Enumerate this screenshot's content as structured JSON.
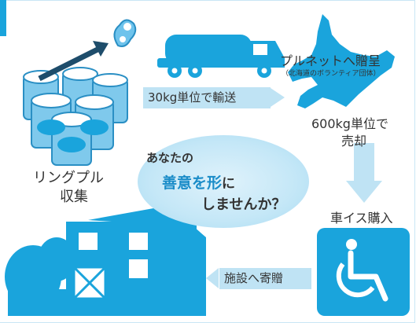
{
  "colors": {
    "accent": "#1aa4dc",
    "light": "#bfe3f4",
    "bubble": "#c4e7f7",
    "text": "#333333",
    "highlight": "#1a8cc8"
  },
  "labels": {
    "collect_line1": "リングプル",
    "collect_line2": "収集",
    "transport": "30kg単位で輸送",
    "donate_title": "プルネットへ贈呈",
    "donate_sub": "（北海道のボランティア団体）",
    "sell_line1": "600kg単位で",
    "sell_line2": "売却",
    "buy": "車イス購入",
    "facility": "施設へ寄贈"
  },
  "bubble": {
    "line1": "あなたの",
    "line2_strong": "善意を形",
    "line2_rest": "に",
    "line3": "しませんか？"
  },
  "icons": [
    "pull-tab-icon",
    "cans-icon",
    "tanker-truck-icon",
    "hokkaido-map-icon",
    "house-icon",
    "tree-icon",
    "wheelchair-icon"
  ]
}
